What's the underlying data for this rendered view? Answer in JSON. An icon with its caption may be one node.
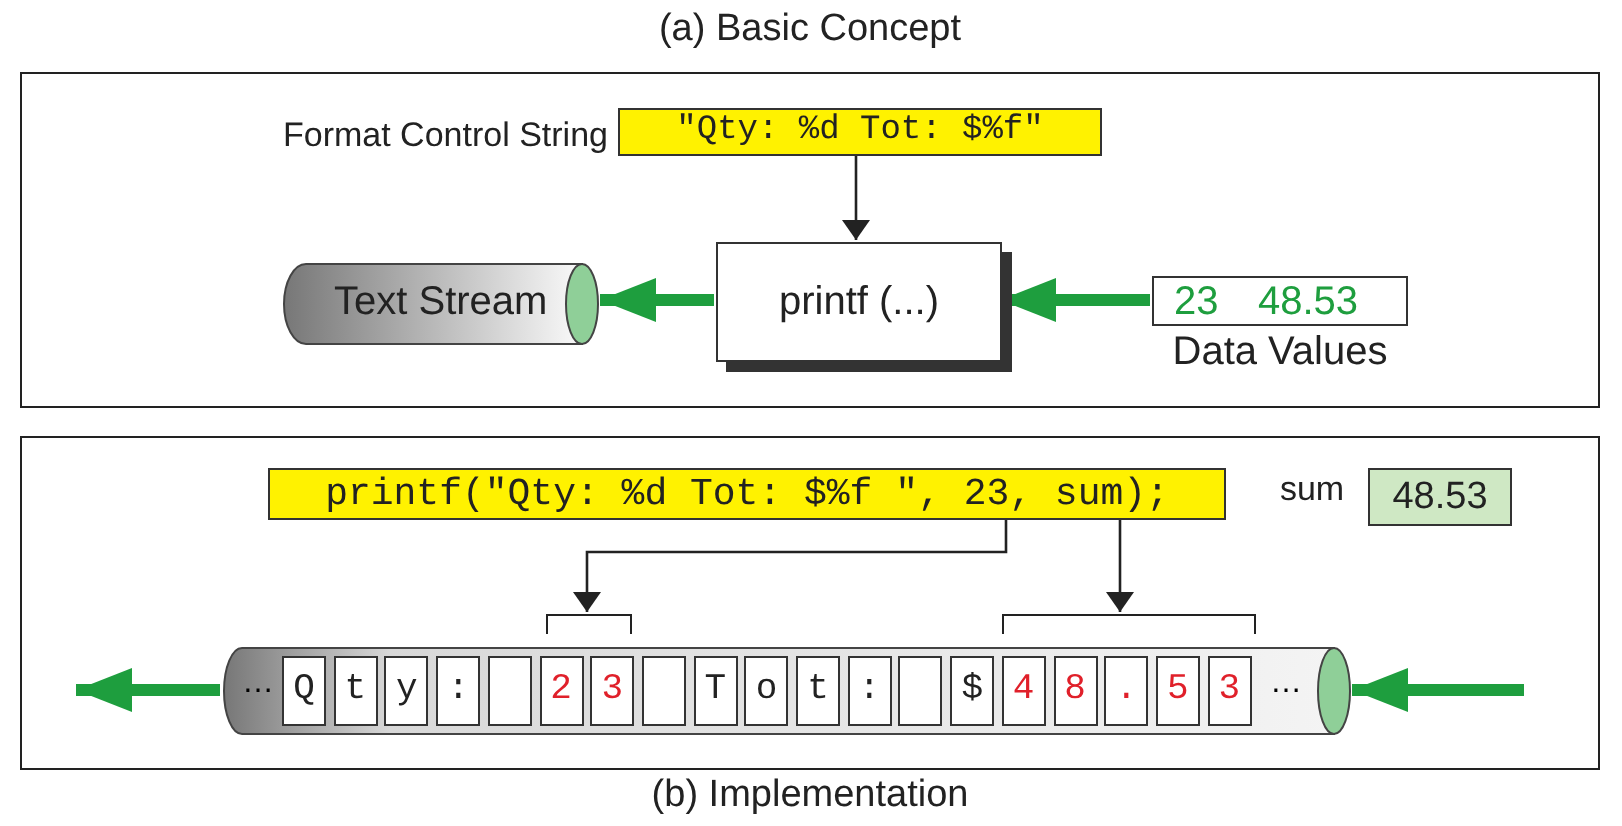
{
  "diagram": {
    "nodes": [
      {
        "text": [
          "(a) Basic Concept"
        ]
      },
      {
        "text": [
          "\"Qty: %d Tot: $%f\""
        ],
        "beside": [
          "Format Control String"
        ],
        "in": 0
      },
      {
        "text": [
          "printf (...)"
        ],
        "in": 0
      },
      {
        "text": [
          "Text Stream"
        ],
        "in": 0
      },
      {
        "text": [
          "23",
          "48.53"
        ],
        "beside": [
          "Data Values"
        ],
        "in": 0
      },
      {
        "text": [
          "(b) Implementation"
        ]
      },
      {
        "text": [
          "printf(\"Qty: %d Tot: $%f \", 23, sum);"
        ],
        "in": 5
      },
      {
        "text": [
          "48.53"
        ],
        "beside": [
          "sum"
        ],
        "in": 5
      },
      {
        "text": [],
        "shape": "bracket",
        "in": 5
      },
      {
        "text": [],
        "shape": "bracket",
        "in": 5
      },
      {
        "text": [
          "…",
          "…"
        ],
        "in": 5
      },
      {
        "text": [
          "Q"
        ],
        "in": 10
      },
      {
        "text": [
          "t"
        ],
        "in": 10
      },
      {
        "text": [
          "y"
        ],
        "in": 10
      },
      {
        "text": [
          ":"
        ],
        "in": 10
      },
      {
        "text": [],
        "shape": "box",
        "in": 10
      },
      {
        "text": [
          "2"
        ],
        "in": 10
      },
      {
        "text": [
          "3"
        ],
        "in": 10
      },
      {
        "text": [],
        "shape": "box",
        "in": 10
      },
      {
        "text": [
          "T"
        ],
        "in": 10
      },
      {
        "text": [
          "o"
        ],
        "in": 10
      },
      {
        "text": [
          "t"
        ],
        "in": 10
      },
      {
        "text": [
          ":"
        ],
        "in": 10
      },
      {
        "text": [],
        "shape": "box",
        "in": 10
      },
      {
        "text": [
          "$"
        ],
        "in": 10
      },
      {
        "text": [
          "4"
        ],
        "in": 10
      },
      {
        "text": [
          "8"
        ],
        "in": 10
      },
      {
        "text": [
          "."
        ],
        "in": 10
      },
      {
        "text": [
          "5"
        ],
        "in": 10
      },
      {
        "text": [
          "3"
        ],
        "in": 10
      }
    ],
    "edges": [
      {
        "from": 1,
        "to": 2,
        "arrow": "to",
        "color": "#222222"
      },
      {
        "from": 4,
        "to": 2,
        "arrow": "to"
      },
      {
        "from": 2,
        "to": 3,
        "arrow": "to"
      },
      {
        "from": 6,
        "to": 8,
        "arrow": "to",
        "color": "#222222"
      },
      {
        "from": 6,
        "to": 9,
        "arrow": "to",
        "color": "#222222"
      },
      {
        "from": null,
        "to": 10,
        "arrow": "to"
      },
      {
        "from": 10,
        "to": null,
        "arrow": "to"
      }
    ]
  }
}
